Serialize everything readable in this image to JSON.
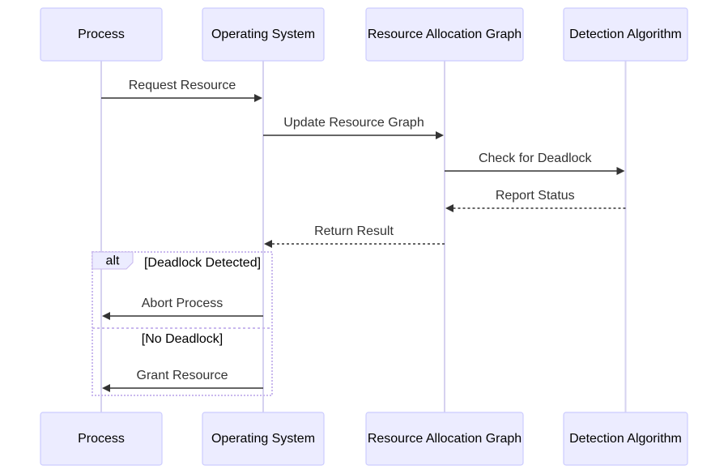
{
  "participants": [
    {
      "id": "process",
      "label": "Process"
    },
    {
      "id": "os",
      "label": "Operating System"
    },
    {
      "id": "rag",
      "label": "Resource Allocation Graph"
    },
    {
      "id": "detector",
      "label": "Detection Algorithm"
    }
  ],
  "messages": [
    {
      "from": "process",
      "to": "os",
      "label": "Request Resource",
      "style": "solid"
    },
    {
      "from": "os",
      "to": "rag",
      "label": "Update Resource Graph",
      "style": "solid"
    },
    {
      "from": "rag",
      "to": "detector",
      "label": "Check for Deadlock",
      "style": "solid"
    },
    {
      "from": "detector",
      "to": "rag",
      "label": "Report Status",
      "style": "dashed"
    },
    {
      "from": "rag",
      "to": "os",
      "label": "Return Result",
      "style": "dashed"
    }
  ],
  "alt_block": {
    "tag": "alt",
    "sections": [
      {
        "condition": "[Deadlock Detected]",
        "messages": [
          {
            "from": "os",
            "to": "process",
            "label": "Abort Process",
            "style": "solid"
          }
        ]
      },
      {
        "condition": "[No Deadlock]",
        "messages": [
          {
            "from": "os",
            "to": "process",
            "label": "Grant Resource",
            "style": "solid"
          }
        ]
      }
    ]
  },
  "colors": {
    "actor_fill": "#ECECFF",
    "actor_border": "#CCCCFF",
    "lifeline": "#D6D2F0",
    "message": "#333333",
    "frame": "#C9B8EE"
  }
}
